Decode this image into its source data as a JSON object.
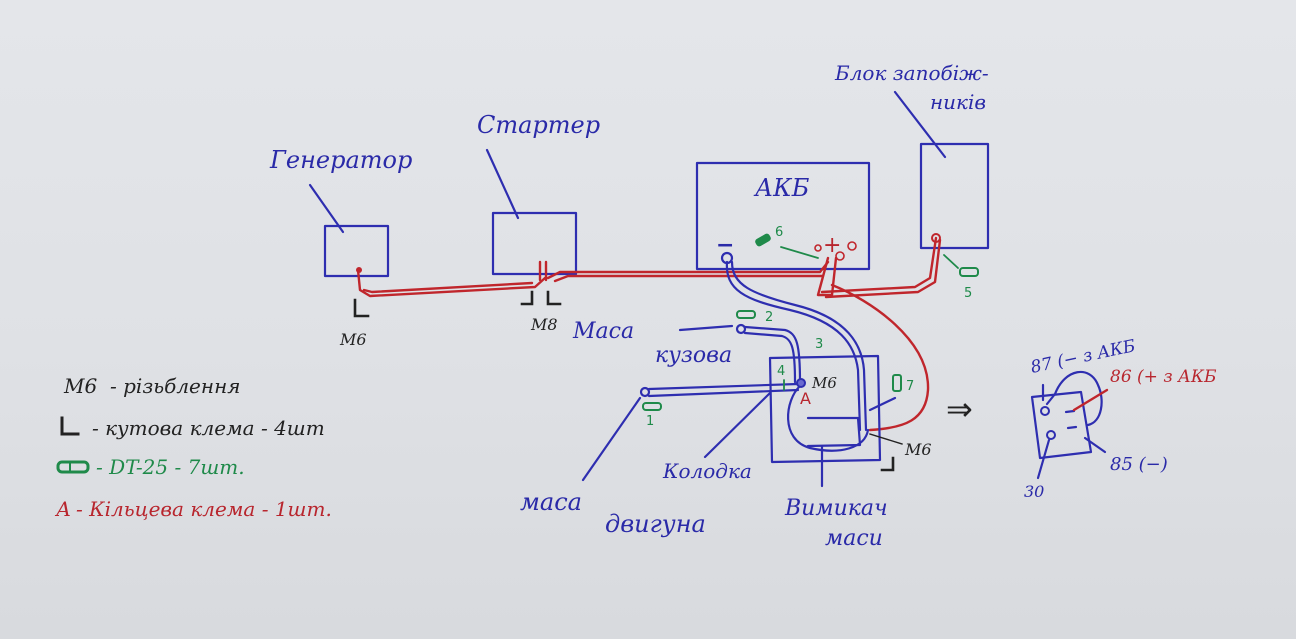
{
  "diagram": {
    "type": "wiring-sketch",
    "components": {
      "generator": "Генератор",
      "starter": "Стартер",
      "battery": "АКБ",
      "fuse_block_line1": "Блок запобіж-",
      "fuse_block_line2": "ників",
      "body_ground_line1": "Маса",
      "body_ground_line2": "кузова",
      "engine_ground_line1": "маса",
      "engine_ground_line2": "двигуна",
      "connector": "Колодка",
      "ground_switch_line1": "Вимикач",
      "ground_switch_line2": "маси"
    },
    "markers": {
      "battery_minus": "−",
      "battery_plus": "+",
      "ring_terminal": "А",
      "thread_m6_generator": "М6",
      "thread_m8_starter": "М8",
      "thread_m6_switch_top": "М6",
      "thread_m6_switch_side": "М6",
      "arrow": "⇒"
    },
    "terminal_numbers": {
      "t1": "1",
      "t2": "2",
      "t3": "3",
      "t4": "4",
      "t5": "5",
      "t6": "6",
      "t7": "7"
    },
    "relay": {
      "pin87": "87 (− з АКБ",
      "pin86": "86 (+ з АКБ",
      "pin85": "85 (−)",
      "pin30": "30"
    },
    "legend": [
      {
        "symbol": "М6",
        "text": "- різьблення",
        "color": "#222222"
      },
      {
        "symbol": "L",
        "text": "- кутова клема - 4шт",
        "color": "#222222"
      },
      {
        "symbol": "▭",
        "text": "- DT-25 - 7шт.",
        "color": "#1f8a4a"
      },
      {
        "symbol": "А",
        "text": "- Кільцева клема - 1шт.",
        "color": "#b8262e"
      }
    ],
    "colors": {
      "ink_blue": "#2e2eb0",
      "ink_red": "#c0262c",
      "ink_green": "#1f8a4a",
      "ink_black": "#222222",
      "paper": "#e1e3e7"
    }
  }
}
